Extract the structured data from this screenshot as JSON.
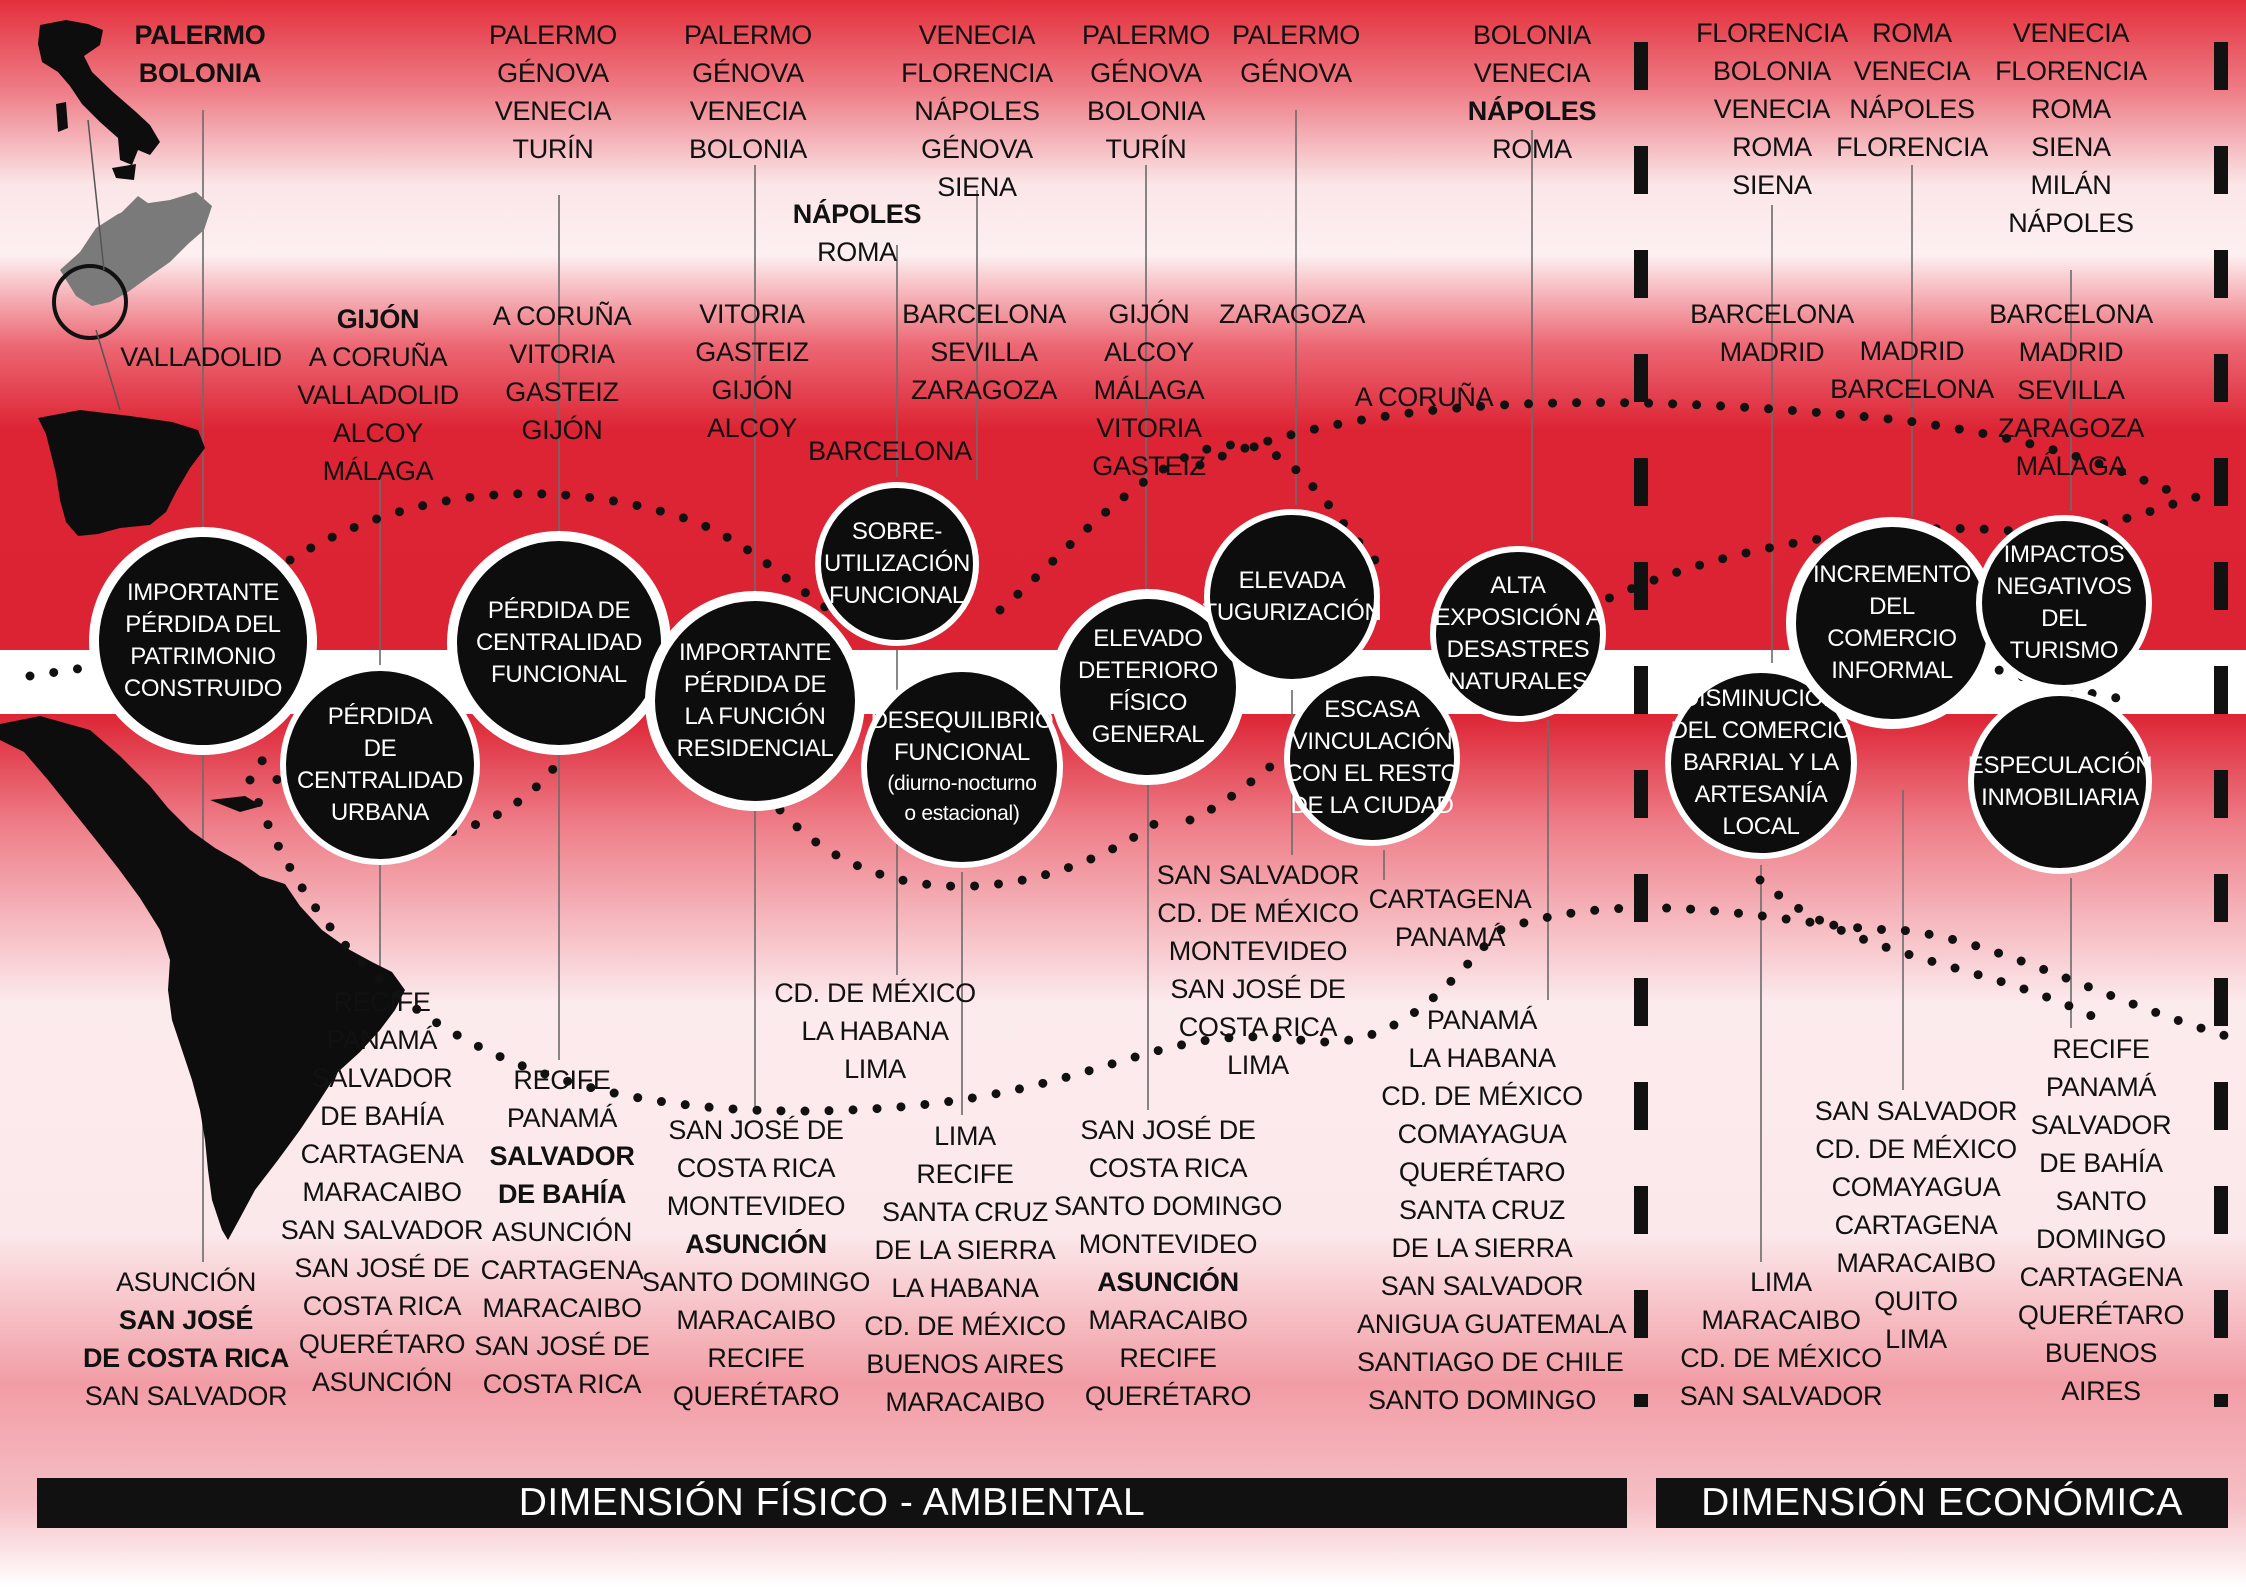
{
  "diagram": {
    "colors": {
      "red": "#dc2333",
      "black": "#0d0d0d",
      "white": "#ffffff"
    },
    "dimensions": {
      "physical": "DIMENSIÓN FÍSICO - AMBIENTAL",
      "economic": "DIMENSIÓN ECONÓMICA"
    },
    "nodes": [
      {
        "id": "n1",
        "lines": [
          "IMPORTANTE",
          "PÉRDIDA DEL",
          "PATRIMONIO",
          "CONSTRUIDO"
        ]
      },
      {
        "id": "n2",
        "lines": [
          "PÉRDIDA",
          "DE",
          "CENTRALIDAD",
          "URBANA"
        ]
      },
      {
        "id": "n3",
        "lines": [
          "PÉRDIDA DE",
          "CENTRALIDAD",
          "FUNCIONAL"
        ]
      },
      {
        "id": "n4",
        "lines": [
          "IMPORTANTE",
          "PÉRDIDA DE",
          "LA FUNCIÓN",
          "RESIDENCIAL"
        ]
      },
      {
        "id": "n5",
        "lines": [
          "SOBRE-",
          "UTILIZACIÓN",
          "FUNCIONAL"
        ]
      },
      {
        "id": "n6",
        "lines": [
          "DESEQUILIBRIO",
          "FUNCIONAL",
          "(diurno-nocturno",
          "o estacional)"
        ]
      },
      {
        "id": "n7",
        "lines": [
          "ELEVADO",
          "DETERIORO",
          "FÍSICO",
          "GENERAL"
        ]
      },
      {
        "id": "n8",
        "lines": [
          "ELEVADA",
          "TUGURIZACIÓN"
        ]
      },
      {
        "id": "n9",
        "lines": [
          "ESCASA",
          "VINCULACIÓN",
          "CON EL RESTO",
          "DE LA CIUDAD"
        ]
      },
      {
        "id": "n10",
        "lines": [
          "ALTA",
          "EXPOSICIÓN A",
          "DESASTRES",
          "NATURALES"
        ]
      },
      {
        "id": "n11",
        "lines": [
          "DISMINUCIÓN",
          "DEL COMERCIO",
          "BARRIAL Y LA",
          "ARTESANÍA",
          "LOCAL"
        ]
      },
      {
        "id": "n12",
        "lines": [
          "INCREMENTO",
          "DEL",
          "COMERCIO",
          "INFORMAL"
        ]
      },
      {
        "id": "n13",
        "lines": [
          "IMPACTOS",
          "NEGATIVOS",
          "DEL",
          "TURISMO"
        ]
      },
      {
        "id": "n14",
        "lines": [
          "ESPECULACIÓN",
          "INMOBILIARIA"
        ]
      }
    ],
    "labels": [
      {
        "id": "t1",
        "lines": [
          "PALERMO",
          "BOLONIA"
        ],
        "bold": [
          0,
          1
        ]
      },
      {
        "id": "t2",
        "lines": [
          "PALERMO",
          "GÉNOVA",
          "VENECIA",
          "TURÍN"
        ],
        "bold": []
      },
      {
        "id": "t3",
        "lines": [
          "PALERMO",
          "GÉNOVA",
          "VENECIA",
          "BOLONIA"
        ],
        "bold": []
      },
      {
        "id": "t4",
        "lines": [
          "VENECIA",
          "FLORENCIA",
          "NÁPOLES",
          "GÉNOVA",
          "SIENA"
        ],
        "bold": []
      },
      {
        "id": "t5",
        "lines": [
          "NÁPOLES",
          "ROMA"
        ],
        "bold": [
          0
        ]
      },
      {
        "id": "t6",
        "lines": [
          "PALERMO",
          "GÉNOVA",
          "BOLONIA",
          "TURÍN"
        ],
        "bold": []
      },
      {
        "id": "t7",
        "lines": [
          "PALERMO",
          "GÉNOVA"
        ],
        "bold": []
      },
      {
        "id": "t8",
        "lines": [
          "BOLONIA",
          "VENECIA",
          "NÁPOLES",
          "ROMA"
        ],
        "bold": [
          2
        ]
      },
      {
        "id": "t9",
        "lines": [
          "FLORENCIA",
          "BOLONIA",
          "VENECIA",
          "ROMA",
          "SIENA"
        ],
        "bold": []
      },
      {
        "id": "t10",
        "lines": [
          "ROMA",
          "VENECIA",
          "NÁPOLES",
          "FLORENCIA"
        ],
        "bold": []
      },
      {
        "id": "t11",
        "lines": [
          "VENECIA",
          "FLORENCIA",
          "ROMA",
          "SIENA",
          "MILÁN",
          "NÁPOLES"
        ],
        "bold": []
      },
      {
        "id": "t12",
        "lines": [
          "VALLADOLID"
        ],
        "bold": []
      },
      {
        "id": "t13",
        "lines": [
          "GIJÓN",
          "A CORUÑA",
          "VALLADOLID",
          "ALCOY",
          "MÁLAGA"
        ],
        "bold": [
          0
        ]
      },
      {
        "id": "t14",
        "lines": [
          "A CORUÑA",
          "VITORIA",
          "GASTEIZ",
          "GIJÓN"
        ],
        "bold": []
      },
      {
        "id": "t15",
        "lines": [
          "VITORIA",
          "GASTEIZ",
          "GIJÓN",
          "ALCOY"
        ],
        "bold": []
      },
      {
        "id": "t16",
        "lines": [
          "BARCELONA",
          "SEVILLA",
          "ZARAGOZA"
        ],
        "bold": []
      },
      {
        "id": "t17",
        "lines": [
          "BARCELONA"
        ],
        "bold": []
      },
      {
        "id": "t18",
        "lines": [
          "GIJÓN",
          "ALCOY",
          "MÁLAGA",
          "VITORIA",
          "GASTEIZ"
        ],
        "bold": []
      },
      {
        "id": "t19",
        "lines": [
          "ZARAGOZA"
        ],
        "bold": []
      },
      {
        "id": "t20",
        "lines": [
          "A CORUÑA"
        ],
        "bold": []
      },
      {
        "id": "t21",
        "lines": [
          "BARCELONA",
          "MADRID"
        ],
        "bold": []
      },
      {
        "id": "t22",
        "lines": [
          "MADRID",
          "BARCELONA"
        ],
        "bold": []
      },
      {
        "id": "t23",
        "lines": [
          "BARCELONA",
          "MADRID",
          "SEVILLA",
          "ZARAGOZA",
          "MÁLAGA"
        ],
        "bold": []
      },
      {
        "id": "b1",
        "lines": [
          "ASUNCIÓN",
          "SAN JOSÉ",
          "DE COSTA RICA",
          "SAN SALVADOR"
        ],
        "bold": [
          1,
          2
        ]
      },
      {
        "id": "b2",
        "lines": [
          "RECIFE",
          "PANAMÁ",
          "SALVADOR",
          "DE BAHÍA",
          "CARTAGENA",
          "MARACAIBO",
          "SAN SALVADOR",
          "SAN JOSÉ DE",
          "COSTA RICA",
          "QUERÉTARO",
          "ASUNCIÓN"
        ],
        "bold": []
      },
      {
        "id": "b3",
        "lines": [
          "RECIFE",
          "PANAMÁ",
          "SALVADOR",
          "DE BAHÍA",
          "ASUNCIÓN",
          "CARTAGENA",
          "MARACAIBO",
          "SAN JOSÉ DE",
          "COSTA RICA"
        ],
        "bold": [
          2,
          3
        ]
      },
      {
        "id": "b4",
        "lines": [
          "SAN JOSÉ DE",
          "COSTA RICA",
          "MONTEVIDEO",
          "ASUNCIÓN",
          "SANTO DOMINGO",
          "MARACAIBO",
          "RECIFE",
          "QUERÉTARO"
        ],
        "bold": [
          3
        ]
      },
      {
        "id": "b5",
        "lines": [
          "CD. DE MÉXICO",
          "LA HABANA",
          "LIMA"
        ],
        "bold": []
      },
      {
        "id": "b6",
        "lines": [
          "LIMA",
          "RECIFE",
          "SANTA CRUZ",
          "DE LA SIERRA",
          "LA HABANA",
          "CD. DE MÉXICO",
          "BUENOS AIRES",
          "MARACAIBO"
        ],
        "bold": []
      },
      {
        "id": "b7",
        "lines": [
          "SAN SALVADOR",
          "CD. DE MÉXICO",
          "MONTEVIDEO",
          "SAN JOSÉ DE",
          "COSTA RICA",
          "LIMA"
        ],
        "bold": []
      },
      {
        "id": "b8",
        "lines": [
          "SAN JOSÉ DE",
          "COSTA RICA",
          "SANTO DOMINGO",
          "MONTEVIDEO",
          "ASUNCIÓN",
          "MARACAIBO",
          "RECIFE",
          "QUERÉTARO"
        ],
        "bold": [
          4
        ]
      },
      {
        "id": "b9",
        "lines": [
          "CARTAGENA",
          "PANAMÁ"
        ],
        "bold": []
      },
      {
        "id": "b10",
        "lines": [
          "PANAMÁ",
          "LA HABANA",
          "CD. DE MÉXICO",
          "COMAYAGUA",
          "QUERÉTARO",
          "SANTA CRUZ",
          "DE LA SIERRA",
          "SAN SALVADOR",
          "ANIGUA GUATEMALA",
          "SANTIAGO DE CHILE",
          "SANTO DOMINGO"
        ],
        "bold": []
      },
      {
        "id": "b11",
        "lines": [
          "LIMA",
          "MARACAIBO",
          "CD. DE MÉXICO",
          "SAN SALVADOR"
        ],
        "bold": []
      },
      {
        "id": "b12",
        "lines": [
          "SAN SALVADOR",
          "CD. DE MÉXICO",
          "COMAYAGUA",
          "CARTAGENA",
          "MARACAIBO",
          "QUITO",
          "LIMA"
        ],
        "bold": []
      },
      {
        "id": "b13",
        "lines": [
          "RECIFE",
          "PANAMÁ",
          "SALVADOR",
          "DE BAHÍA",
          "SANTO",
          "DOMINGO",
          "CARTAGENA",
          "QUERÉTARO",
          "BUENOS",
          "AIRES"
        ],
        "bold": []
      }
    ]
  }
}
